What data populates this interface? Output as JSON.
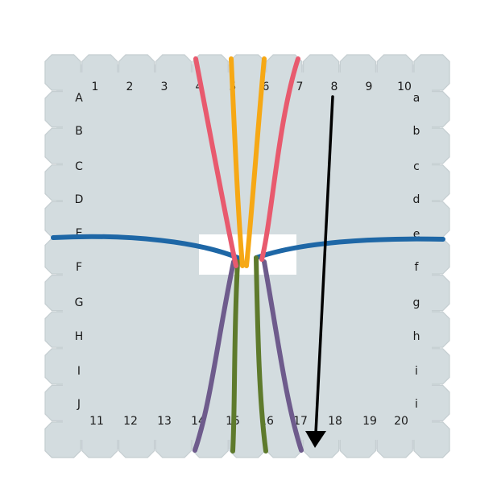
{
  "board": {
    "fill": "#d3dcdf",
    "stroke": "#c5ced1",
    "center_hole_fill": "#ffffff",
    "top_numbers": [
      "1",
      "2",
      "3",
      "4",
      "5",
      "6",
      "7",
      "8",
      "9",
      "10"
    ],
    "bottom_numbers": [
      "11",
      "12",
      "13",
      "14",
      "15",
      "16",
      "17",
      "18",
      "19",
      "20"
    ],
    "left_letters": [
      "A",
      "B",
      "C",
      "D",
      "E",
      "F",
      "G",
      "H",
      "I",
      "J"
    ],
    "right_letters": [
      "a",
      "b",
      "c",
      "d",
      "e",
      "f",
      "g",
      "h",
      "i",
      "i"
    ]
  },
  "threads": {
    "pink": "#e85a6e",
    "orange": "#f6a815",
    "blue": "#1e67a6",
    "purple": "#6e5b8c",
    "green": "#5e7a2c"
  },
  "arrow": {
    "color": "#000000",
    "icon": "arrow-down-icon"
  }
}
